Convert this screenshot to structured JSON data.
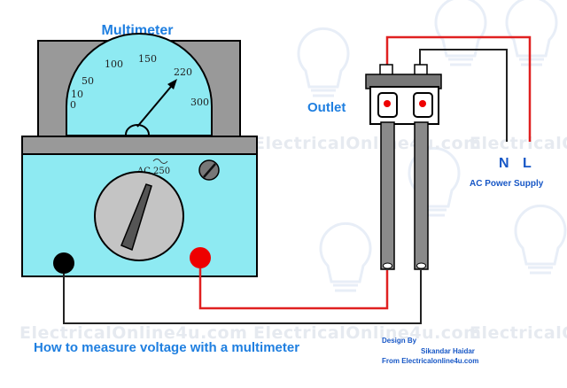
{
  "title": "Multimeter",
  "outlet_label": "Outlet",
  "supply": {
    "neutral": "N",
    "live": "L",
    "label": "AC Power Supply"
  },
  "meter": {
    "scale_labels": [
      "0",
      "10",
      "50",
      "100",
      "150",
      "220",
      "300"
    ],
    "range_label": "AC 250",
    "needle_value": "220"
  },
  "caption": "How to measure voltage with a multimeter",
  "credit": {
    "design_by": "Design By",
    "author": "Sikandar Haidar",
    "source": "From Electricalonline4u.com"
  },
  "watermark": "ElectricalOnline4u.com",
  "colors": {
    "meter_body": "#8eeaf2",
    "meter_top": "#999999",
    "dial": "#c4c4c4",
    "live_wire": "#e02020",
    "neutral_wire": "#222222",
    "probe": "#8a8a8a",
    "title_blue": "#1f7fe0",
    "supply_blue": "#1757c6"
  }
}
